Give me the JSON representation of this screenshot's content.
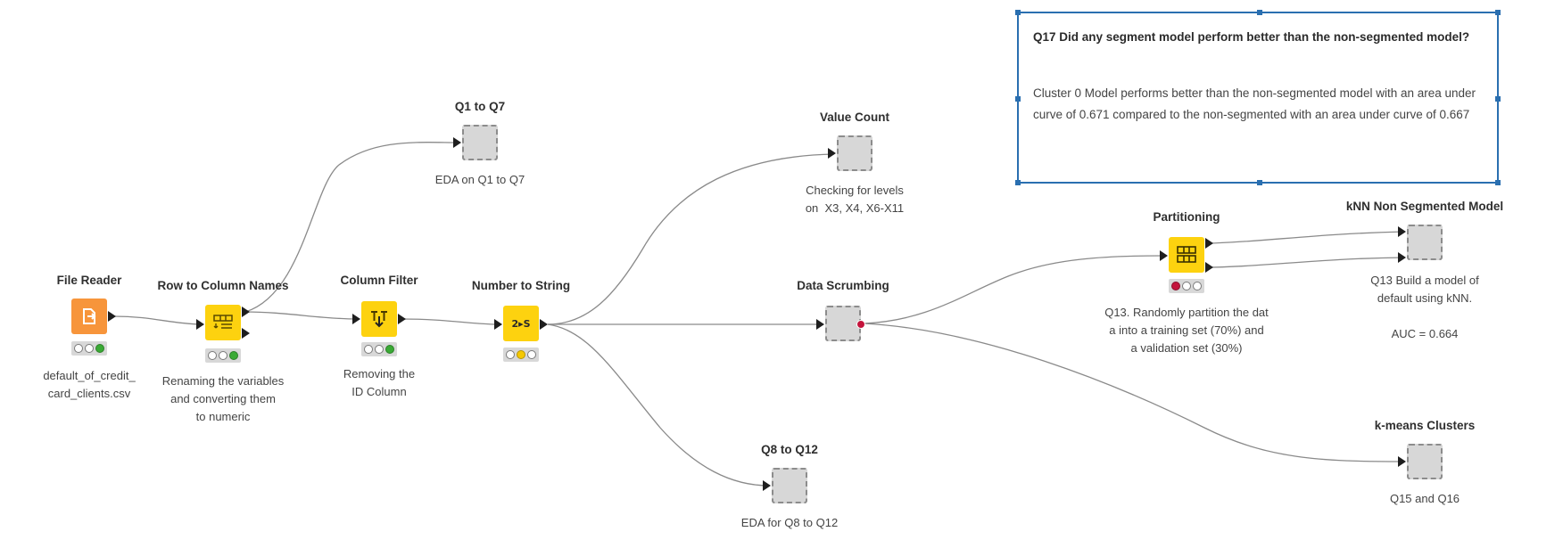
{
  "nodes": {
    "file_reader": {
      "title": "File Reader",
      "caption": "default_of_credit_\ncard_clients.csv"
    },
    "row_to_column": {
      "title": "Row to Column Names",
      "caption": "Renaming the variables\nand converting them\nto numeric"
    },
    "column_filter": {
      "title": "Column Filter",
      "caption": "Removing the\nID Column"
    },
    "number_to_string": {
      "title": "Number to String",
      "icon_text": "2▸S"
    },
    "q1_q7": {
      "title": "Q1 to Q7",
      "caption": "EDA on Q1 to Q7"
    },
    "value_count": {
      "title": "Value Count",
      "caption": "Checking for levels\non  X3, X4, X6-X11"
    },
    "data_scrubbing": {
      "title": "Data Scrumbing"
    },
    "q8_q12": {
      "title": "Q8 to Q12",
      "caption": "EDA for Q8 to Q12"
    },
    "partitioning": {
      "title": "Partitioning",
      "caption": "Q13. Randomly partition the dat\na into a training set (70%) and\na validation set (30%)"
    },
    "knn": {
      "title": "kNN Non Segmented Model",
      "caption": "Q13 Build a model of\ndefault using kNN.\n\nAUC = 0.664"
    },
    "kmeans": {
      "title": "k-means Clusters",
      "caption": "Q15 and Q16"
    }
  },
  "annotation": {
    "title": "Q17 Did any segment model perform better than the non-segmented model?",
    "body": "Cluster 0 Model performs better than the non-segmented model with an area under curve of 0.671 compared to the non-segmented with an area under curve of 0.667"
  },
  "status": {
    "file_reader": "green",
    "row_to_column": "green",
    "column_filter": "green",
    "number_to_string": "yellow",
    "partitioning": "red"
  },
  "icons": {
    "file_reader": "file-reader-icon",
    "row_to_column": "row-to-column-icon",
    "column_filter": "column-filter-icon",
    "number_to_string": "number-to-string-icon",
    "partitioning": "partitioning-icon",
    "metanode": "metanode-icon"
  },
  "colors": {
    "orange_node": "#f7953b",
    "yellow_node": "#fdd20f",
    "metanode": "#d7d7d7",
    "annotation_border": "#2a6fb0",
    "green_light": "#3aaa35",
    "red_light": "#c4143c"
  }
}
